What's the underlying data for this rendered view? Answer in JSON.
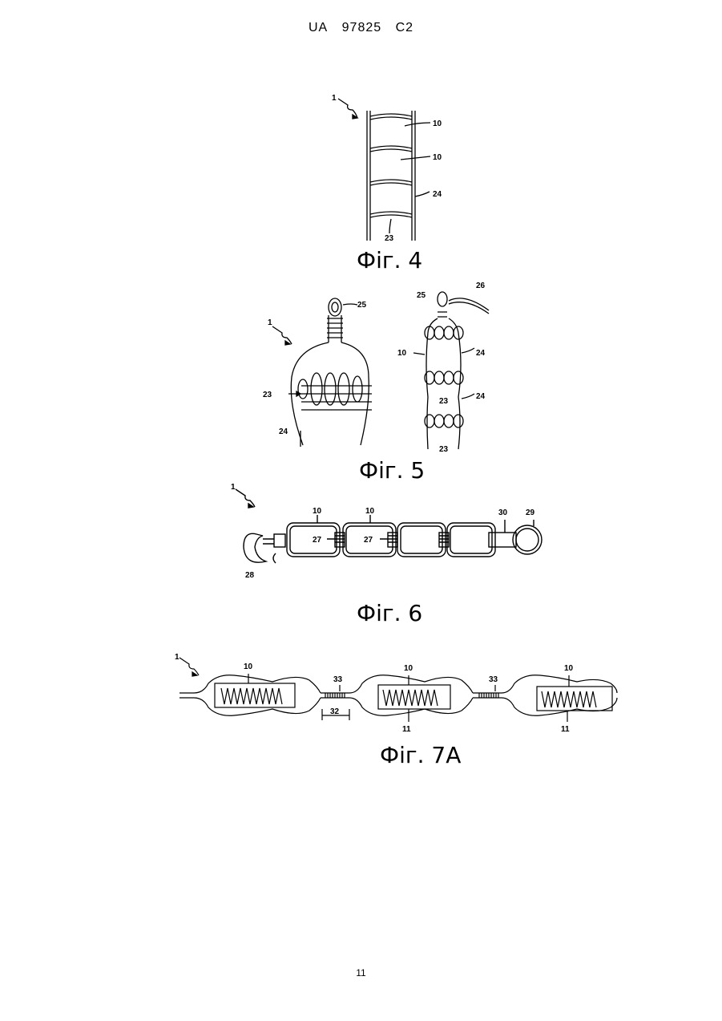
{
  "header": {
    "country": "UA",
    "number": "97825",
    "kind": "C2"
  },
  "figures": {
    "fig4": {
      "caption": "Фіг. 4",
      "labels": {
        "ref": "1",
        "a": "10",
        "b": "10",
        "c": "24",
        "d": "23"
      }
    },
    "fig5": {
      "caption": "Фіг. 5",
      "labels": {
        "ref": "1",
        "loop": "25",
        "wrap": "23",
        "strand": "24",
        "needle": "26",
        "loop2": "25",
        "link": "10",
        "s1": "24",
        "s2": "24",
        "w1": "23",
        "w2": "23"
      }
    },
    "fig6": {
      "caption": "Фіг. 6",
      "labels": {
        "ref": "1",
        "l1": "10",
        "l2": "10",
        "c1": "27",
        "c2": "27",
        "sleeve": "30",
        "ring": "29",
        "hook": "28"
      }
    },
    "fig7a": {
      "caption": "Фіг. 7А",
      "labels": {
        "ref": "1",
        "e1": "10",
        "e2": "10",
        "e3": "10",
        "c1": "33",
        "c2": "33",
        "span": "32",
        "h1": "11",
        "h2": "11"
      }
    }
  },
  "page_number": "11"
}
